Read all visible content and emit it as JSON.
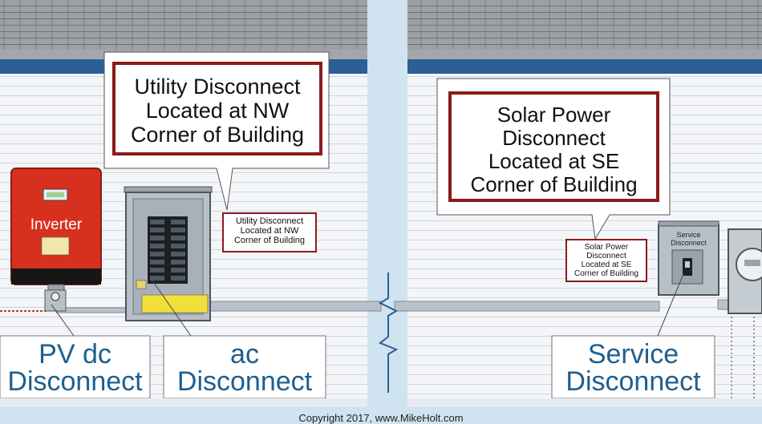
{
  "left_panel": {
    "callout_big": [
      "Utility Disconnect",
      "Located at NW",
      "Corner of Building"
    ],
    "callout_small": [
      "Utility Disconnect",
      "Located at NW",
      "Corner of Building"
    ],
    "inverter_label": "Inverter",
    "label_pv": [
      "PV dc",
      "Disconnect"
    ],
    "label_ac": [
      "ac",
      "Disconnect"
    ]
  },
  "right_panel": {
    "callout_big": [
      "Solar Power",
      "Disconnect",
      "Located at SE",
      "Corner of Building"
    ],
    "callout_small": [
      "Solar Power",
      "Disconnect",
      "Located at SE",
      "Corner of Building"
    ],
    "switch_label": [
      "Service",
      "Disconnect"
    ],
    "label_service": [
      "Service",
      "Disconnect"
    ]
  },
  "copyright": "Copyright 2017, www.MikeHolt.com",
  "colors": {
    "trim": "#2b5f96",
    "callout_border": "#8b1a1a",
    "inverter": "#d8301f",
    "label_text": "#1f5f8f"
  }
}
